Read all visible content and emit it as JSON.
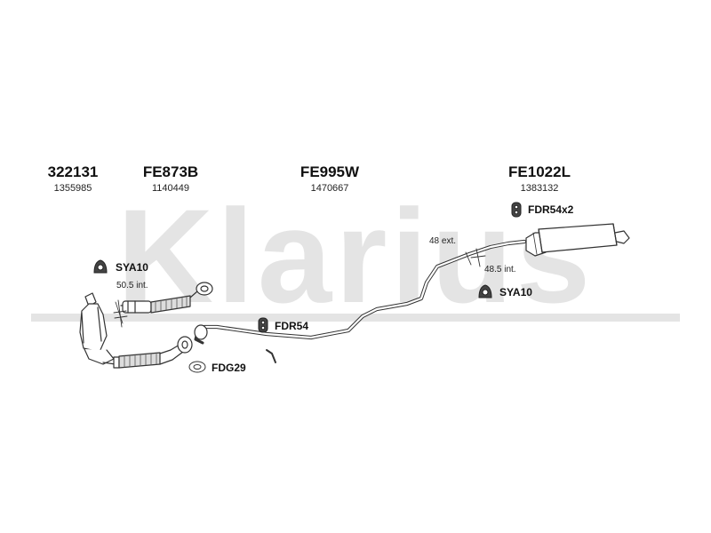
{
  "watermark": {
    "text": "Klarius",
    "color": "#e2e2e2"
  },
  "parts": [
    {
      "number": "322131",
      "code": "1355985"
    },
    {
      "number": "FE873B",
      "code": "1140449"
    },
    {
      "number": "FE995W",
      "code": "1470667"
    },
    {
      "number": "FE1022L",
      "code": "1383132"
    }
  ],
  "fittings": {
    "sya10_front": "SYA10",
    "sya10_rear": "SYA10",
    "fdr54": "FDR54",
    "fdr54x2": "FDR54x2",
    "fdg29": "FDG29"
  },
  "measurements": {
    "front_int": "50.5 int.",
    "rear_ext": "48 ext.",
    "rear_int": "48.5 int."
  },
  "colors": {
    "line": "#333333",
    "fill": "#ffffff",
    "shade": "#bdbdbd"
  }
}
